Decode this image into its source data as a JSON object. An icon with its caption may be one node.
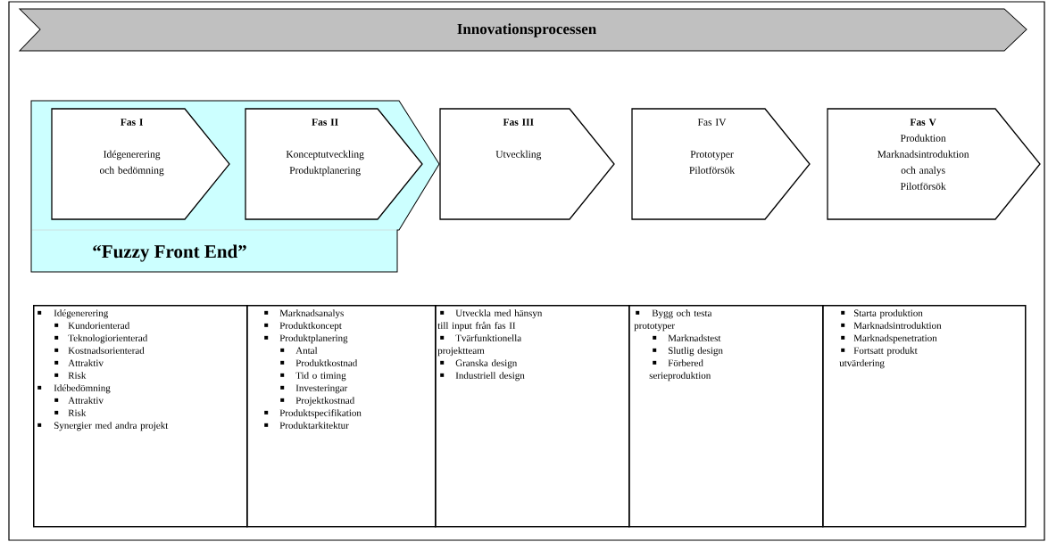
{
  "diagram": {
    "nodes": [
      {
        "text": [
          "Innovationsprocessen"
        ]
      },
      {
        "text": [
          "“Fuzzy Front End”"
        ]
      },
      {
        "text": [
          "Fas I",
          "Idégenerering och bedömning"
        ],
        "in": 1
      },
      {
        "text": [
          "Fas II",
          "Konceptutveckling",
          "Produktplanering"
        ],
        "in": 1
      },
      {
        "text": [
          "Fas III",
          "Utveckling"
        ]
      },
      {
        "text": [
          "Fas IV",
          "Prototyper",
          "Pilotförsök"
        ]
      },
      {
        "text": [
          "Fas V",
          "Produktion",
          "Marknadsintroduktion och analys",
          "Pilotförsök"
        ]
      },
      {
        "text": [
          "Idégenerering",
          "Kundorienterad",
          "Teknologiorienterad",
          "Kostnadsorienterad",
          "Attraktiv",
          "Risk",
          "Idébedömning",
          "Attraktiv",
          "Risk",
          "Synergier med andra projekt"
        ]
      },
      {
        "text": [
          "Marknadsanalys",
          "Produktkoncept",
          "Produktplanering",
          "Antal",
          "Produktkostnad",
          "Tid o timing",
          "Investeringar",
          "Projektkostnad",
          "Produktspecifikation",
          "Produktarkitektur"
        ]
      },
      {
        "text": [
          "Utveckla med hänsyn till input från fas II",
          "Tvärfunktionella projektteam",
          "Granska design",
          "Industriell design"
        ]
      },
      {
        "text": [
          "Bygg och testa prototyper",
          "Marknadstest",
          "Slutlig design",
          "Förbered serieproduktion"
        ]
      },
      {
        "text": [
          "Starta produktion",
          "Marknadsintroduktion",
          "Marknadspenetration",
          "Fortsatt produkt utvärdering"
        ]
      }
    ]
  }
}
